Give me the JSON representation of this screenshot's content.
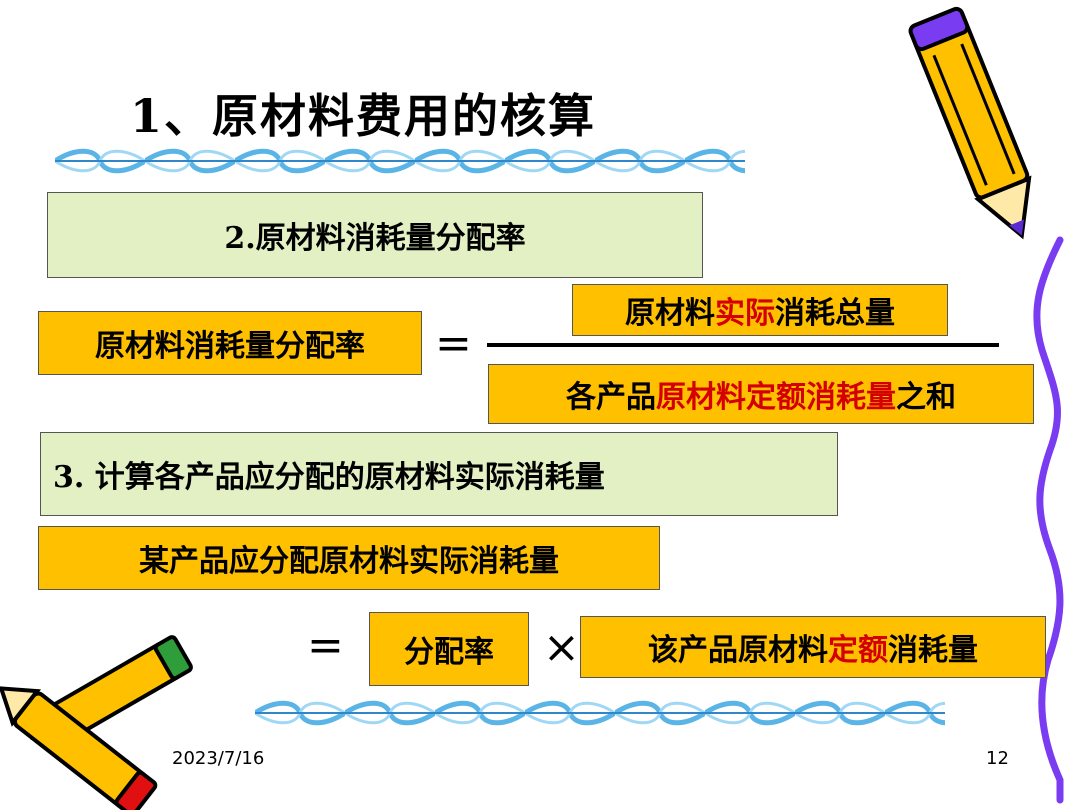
{
  "slide": {
    "title": "1、原材料费用的核算",
    "section2_heading": "2.原材料消耗量分配率",
    "formula1": {
      "lhs": "原材料消耗量分配率",
      "equals": "=",
      "numerator": {
        "part1": "原材料",
        "part2_red": "实际",
        "part3": "消耗总量"
      },
      "denominator": {
        "part1": "各产品",
        "part2_red": "原材料定额消耗量",
        "part3": "之和"
      }
    },
    "section3_heading": "3. 计算各产品应分配的原材料实际消耗量",
    "formula2": {
      "lhs": "某产品应分配原材料实际消耗量",
      "equals": "=",
      "rate": "分配率",
      "times": "×",
      "term": {
        "part1": "该产品原材料",
        "part2_red": "定额",
        "part3": "消耗量"
      }
    },
    "footer": {
      "date": "2023/7/16",
      "page": "12"
    }
  },
  "colors": {
    "green_box": "#e2f0c4",
    "orange_box": "#ffc000",
    "emphasis_red": "#d40000",
    "divider_blue": "#5ab4e6",
    "wave_purple": "#7a3cf0"
  },
  "icons": [
    "pencil-icon",
    "pencils-icon",
    "wavy-border"
  ]
}
